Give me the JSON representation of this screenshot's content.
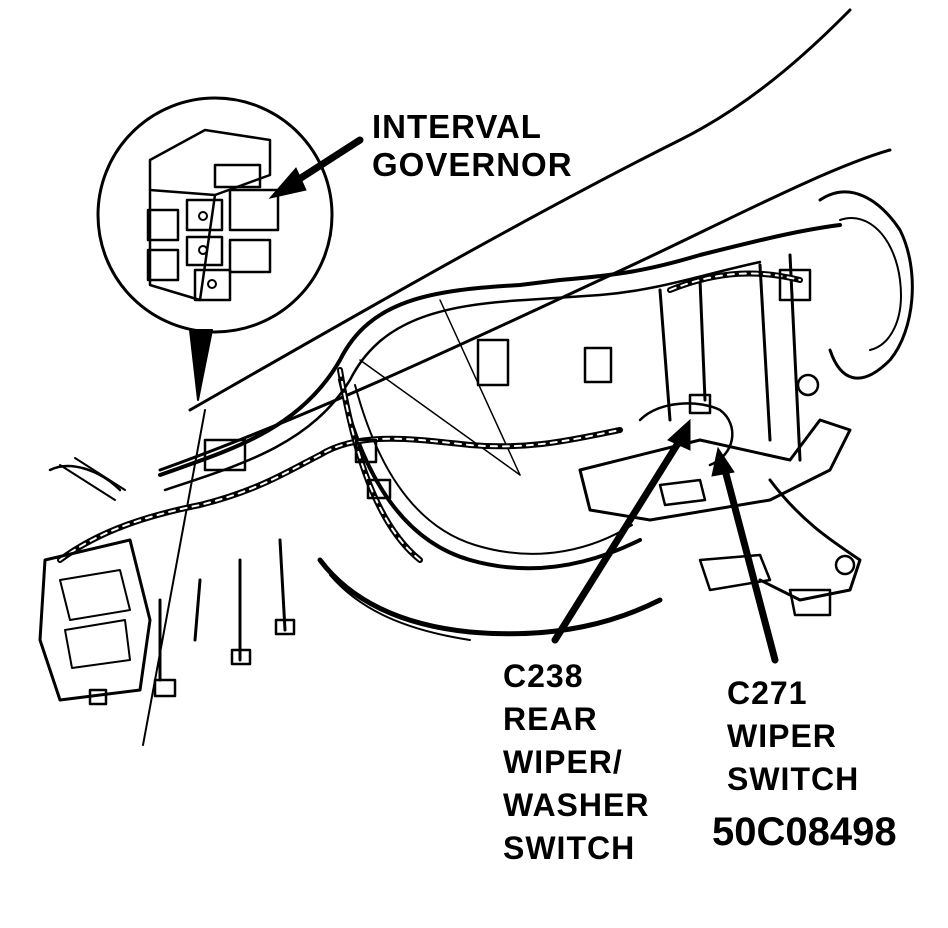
{
  "labels": {
    "interval_governor": [
      "INTERVAL",
      "GOVERNOR"
    ],
    "c238": [
      "C238",
      "REAR",
      "WIPER/",
      "WASHER",
      "SWITCH"
    ],
    "c271": [
      "C271",
      "WIPER",
      "SWITCH"
    ],
    "figure_code": "50C08498"
  },
  "colors": {
    "ink": "#000000",
    "paper": "#ffffff"
  }
}
